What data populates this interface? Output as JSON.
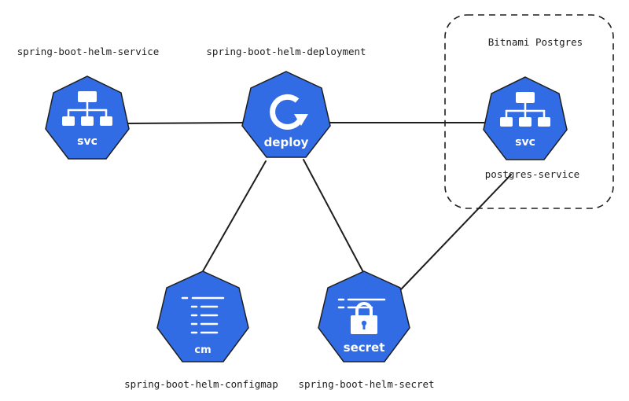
{
  "colors": {
    "node_fill": "#326ce5",
    "stroke": "#1e1e1e",
    "icon": "#ffffff",
    "background": "#ffffff"
  },
  "group": {
    "label": "Bitnami Postgres"
  },
  "nodes": {
    "service": {
      "label": "spring-boot-helm-service",
      "kind": "svc",
      "icon": "service-network-icon"
    },
    "deployment": {
      "label": "spring-boot-helm-deployment",
      "kind": "deploy",
      "icon": "circular-arrow-icon"
    },
    "postgres": {
      "label": "postgres-service",
      "kind": "svc",
      "icon": "service-network-icon"
    },
    "configmap": {
      "label": "spring-boot-helm-configmap",
      "kind": "cm",
      "icon": "config-lines-icon"
    },
    "secret": {
      "label": "spring-boot-helm-secret",
      "kind": "secret",
      "icon": "padlock-icon"
    }
  },
  "edges": [
    {
      "from": "service",
      "to": "deployment"
    },
    {
      "from": "deployment",
      "to": "postgres"
    },
    {
      "from": "deployment",
      "to": "configmap"
    },
    {
      "from": "deployment",
      "to": "secret"
    },
    {
      "from": "secret",
      "to": "postgres"
    }
  ]
}
